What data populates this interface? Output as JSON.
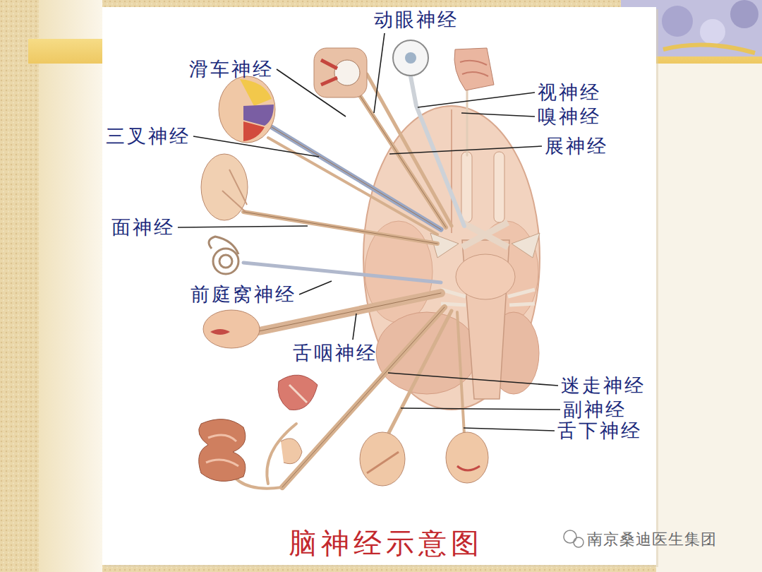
{
  "diagram": {
    "title": "脑神经示意图",
    "labels": [
      "动眼神经",
      "滑车神经",
      "视神经",
      "嗅神经",
      "三叉神经",
      "展神经",
      "面神经",
      "前庭窝神经",
      "舌咽神经",
      "迷走神经",
      "副神经",
      "舌下神经",
      "南京桑迪医生集团"
    ]
  }
}
